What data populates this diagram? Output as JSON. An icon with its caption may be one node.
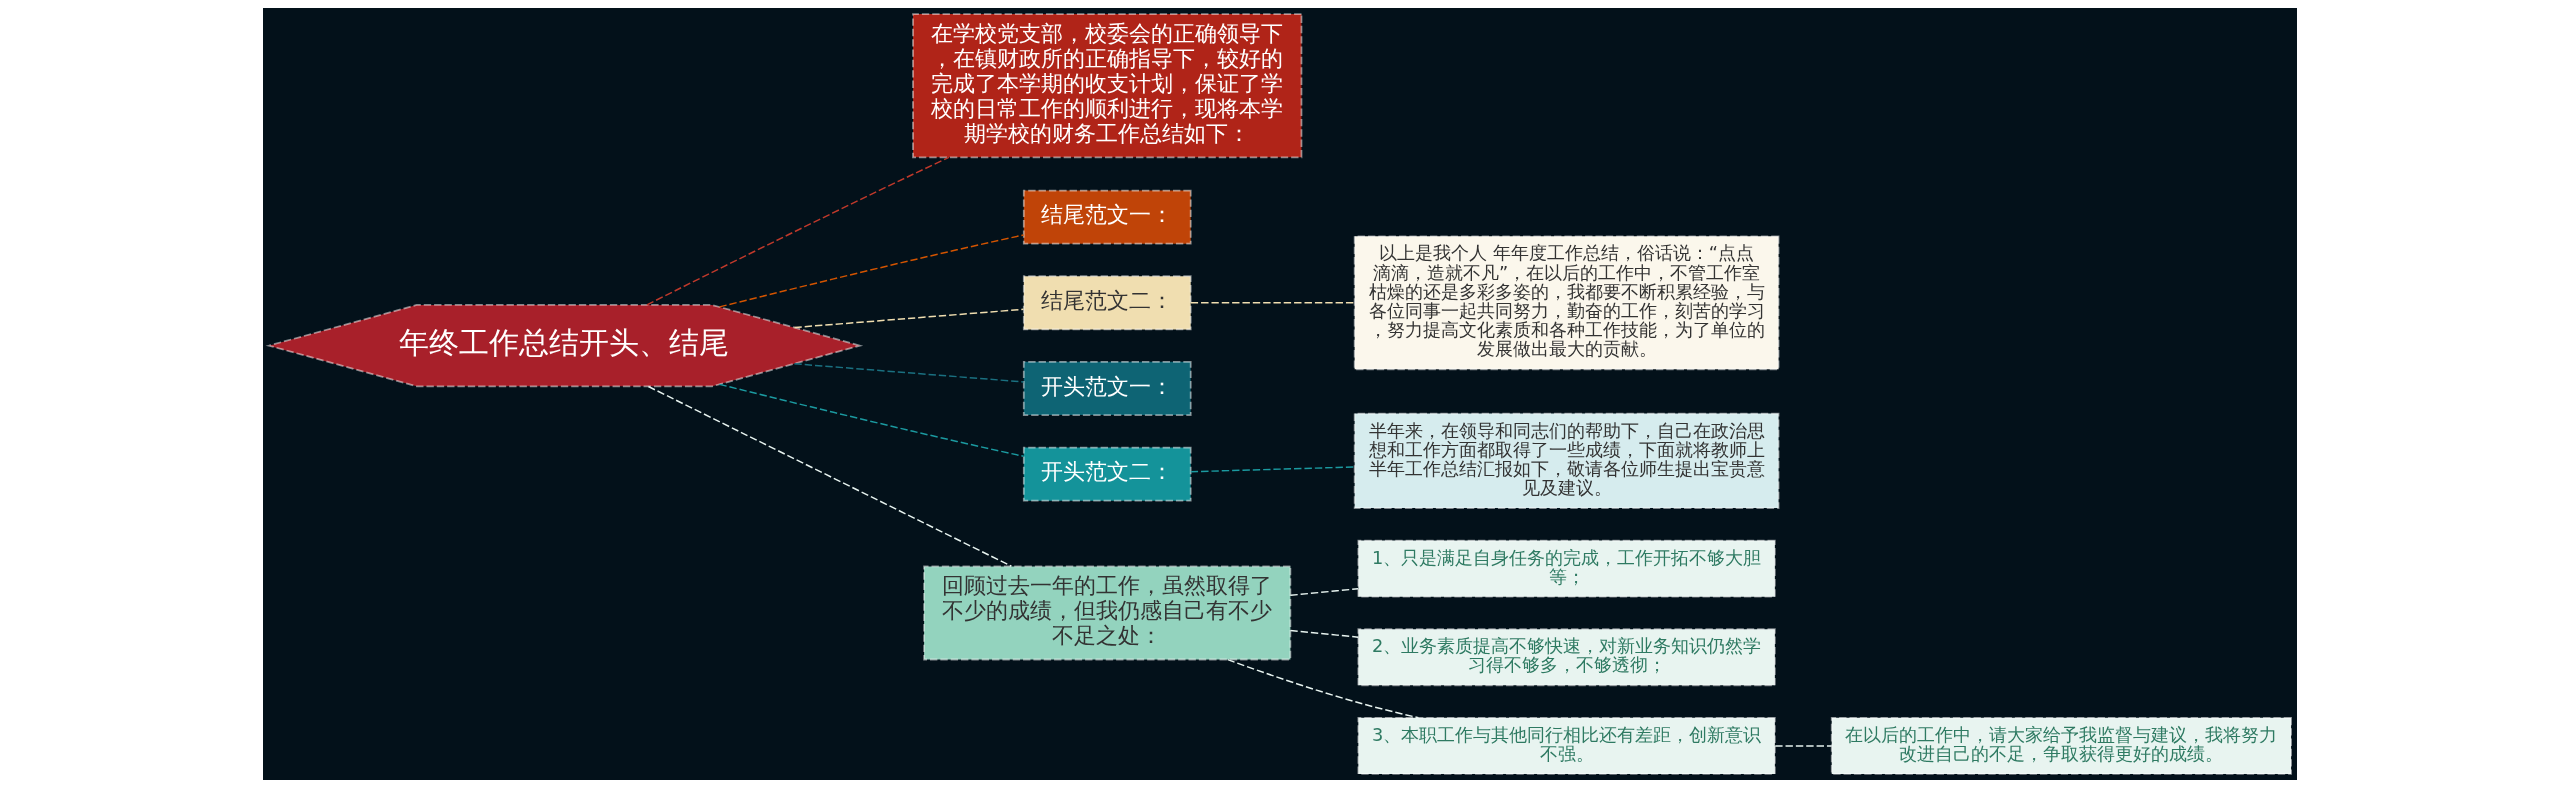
{
  "diagram": {
    "nodes": [
      {
        "text": [
          "年终工作总结开头、结尾"
        ]
      },
      {
        "text": [
          "在学校党支部，校委会的正确领导下，在镇财政所的正确指导下，较好的完成了本学期的收支计划，保证了学校的日常工作的顺利进行，现将本学期学校的财务工作总结如下："
        ]
      },
      {
        "text": [
          "结尾范文一："
        ]
      },
      {
        "text": [
          "结尾范文二："
        ]
      },
      {
        "text": [
          "以上是我个人 年年度工作总结，俗话说：“点点滴滴，造就不凡”，在以后的工作中，不管工作室枯燥的还是多彩多姿的，我都要不断积累经验，与各位同事一起共同努力，勤奋的工作，刻苦的学习，努力提高文化素质和各种工作技能，为了单位的发展做出最大的贡献。"
        ]
      },
      {
        "text": [
          "开头范文一："
        ]
      },
      {
        "text": [
          "开头范文二："
        ]
      },
      {
        "text": [
          "半年来，在领导和同志们的帮助下，自己在政治思想和工作方面都取得了一些成绩，下面就将教师上半年工作总结汇报如下，敬请各位师生提出宝贵意见及建议。"
        ]
      },
      {
        "text": [
          "回顾过去一年的工作，虽然取得了不少的成绩，但我仍感自己有不少不足之处："
        ]
      },
      {
        "text": [
          "1、只是满足自身任务的完成，工作开拓不够大胆等；"
        ]
      },
      {
        "text": [
          "2、业务素质提高不够快速，对新业务知识仍然学习得不够多，不够透彻；"
        ]
      },
      {
        "text": [
          "3、本职工作与其他同行相比还有差距，创新意识不强。"
        ]
      },
      {
        "text": [
          "在以后的工作中，请大家给予我监督与建议，我将努力改进自己的不足，争取获得更好的成绩。"
        ]
      }
    ],
    "edges": [
      {
        "from": 0,
        "to": 1,
        "arrow": "none",
        "style": "dashed",
        "color": "#c0392b"
      },
      {
        "from": 0,
        "to": 2,
        "arrow": "none",
        "style": "dashed",
        "color": "#d35400"
      },
      {
        "from": 0,
        "to": 3,
        "arrow": "none",
        "style": "dashed",
        "color": "#f0deb0"
      },
      {
        "from": 3,
        "to": 4,
        "arrow": "none",
        "style": "dashed",
        "color": "#f0deb0"
      },
      {
        "from": 0,
        "to": 5,
        "arrow": "none",
        "style": "dashed",
        "color": "#1a7080"
      },
      {
        "from": 0,
        "to": 6,
        "arrow": "none",
        "style": "dashed",
        "color": "#1b9aa0"
      },
      {
        "from": 6,
        "to": 7,
        "arrow": "none",
        "style": "dashed",
        "color": "#1b9aa0"
      },
      {
        "from": 0,
        "to": 8,
        "arrow": "none",
        "style": "dashed",
        "color": "#e8f4f0"
      },
      {
        "from": 8,
        "to": 9,
        "arrow": "none",
        "style": "dashed",
        "color": "#e8f4f0"
      },
      {
        "from": 8,
        "to": 10,
        "arrow": "none",
        "style": "dashed",
        "color": "#e8f4f0"
      },
      {
        "from": 8,
        "to": 11,
        "arrow": "none",
        "style": "dashed",
        "color": "#e8f4f0"
      },
      {
        "from": 11,
        "to": 12,
        "arrow": "none",
        "style": "dashed",
        "color": "#e8f4f0"
      }
    ]
  }
}
